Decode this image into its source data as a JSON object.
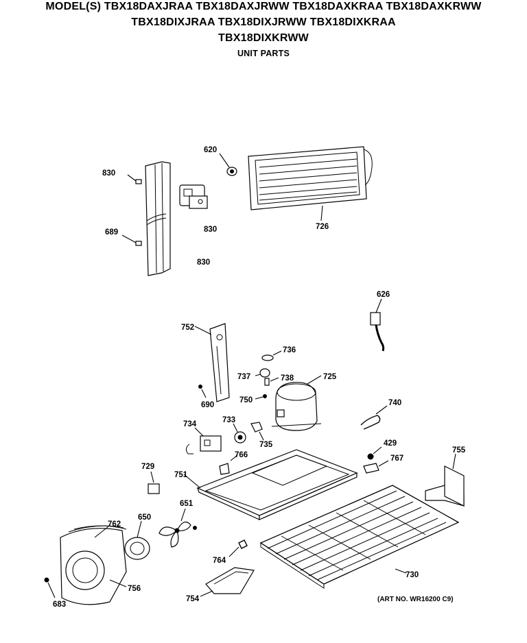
{
  "header": {
    "line1": "MODEL(S) TBX18DAXJRAA  TBX18DAXJRWW  TBX18DAXKRAA  TBX18DAXKRWW",
    "line2": "TBX18DIXJRAA  TBX18DIXJRWW  TBX18DIXKRAA",
    "line3": "TBX18DIXKRWW",
    "section": "UNIT PARTS"
  },
  "callouts": {
    "p830a": "830",
    "p830b": "830",
    "p830c": "830",
    "p689": "689",
    "p620": "620",
    "p726": "726",
    "p626": "626",
    "p752": "752",
    "p736": "736",
    "p737": "737",
    "p738": "738",
    "p725": "725",
    "p690": "690",
    "p750": "750",
    "p740": "740",
    "p734": "734",
    "p733": "733",
    "p735": "735",
    "p429": "429",
    "p767": "767",
    "p755": "755",
    "p729": "729",
    "p766": "766",
    "p751": "751",
    "p762": "762",
    "p650": "650",
    "p651": "651",
    "p764": "764",
    "p730": "730",
    "p756": "756",
    "p683": "683",
    "p754": "754"
  },
  "art_number": "(ART NO. WR16200 C9)"
}
